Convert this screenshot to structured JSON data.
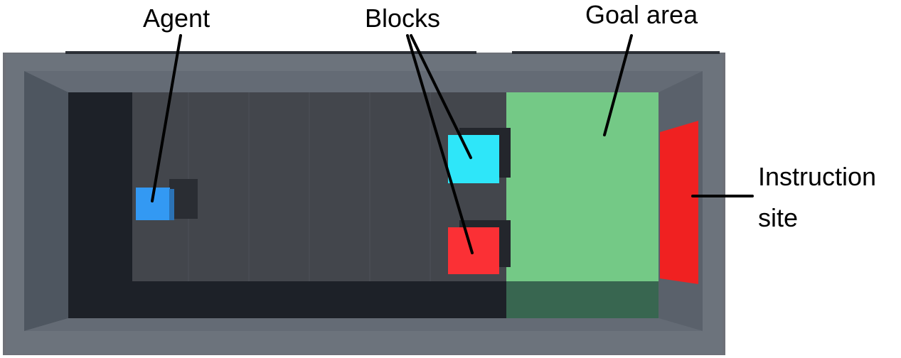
{
  "labels": {
    "agent": "Agent",
    "blocks": "Blocks",
    "goal_area": "Goal area",
    "instruction_line1": "Instruction",
    "instruction_line2": "site"
  },
  "colors": {
    "wall_outer": "#6c737c",
    "wall_dark": "#4e5660",
    "wall_side": "#5a616b",
    "floor": "#43464c",
    "floor_shadow": "#1d2128",
    "goal_area": "#74c986",
    "goal_shadow": "#386650",
    "instruction_site": "#f02121",
    "agent": "#3399f3",
    "block_cyan": "#2ee6f9",
    "block_red": "#fb3035",
    "annotation_line": "#000000"
  },
  "scene_elements": {
    "agent": "blue cube",
    "blocks": [
      "cyan cube",
      "red cube"
    ],
    "goal_area": "green floor region",
    "instruction_site": "red wall panel"
  }
}
